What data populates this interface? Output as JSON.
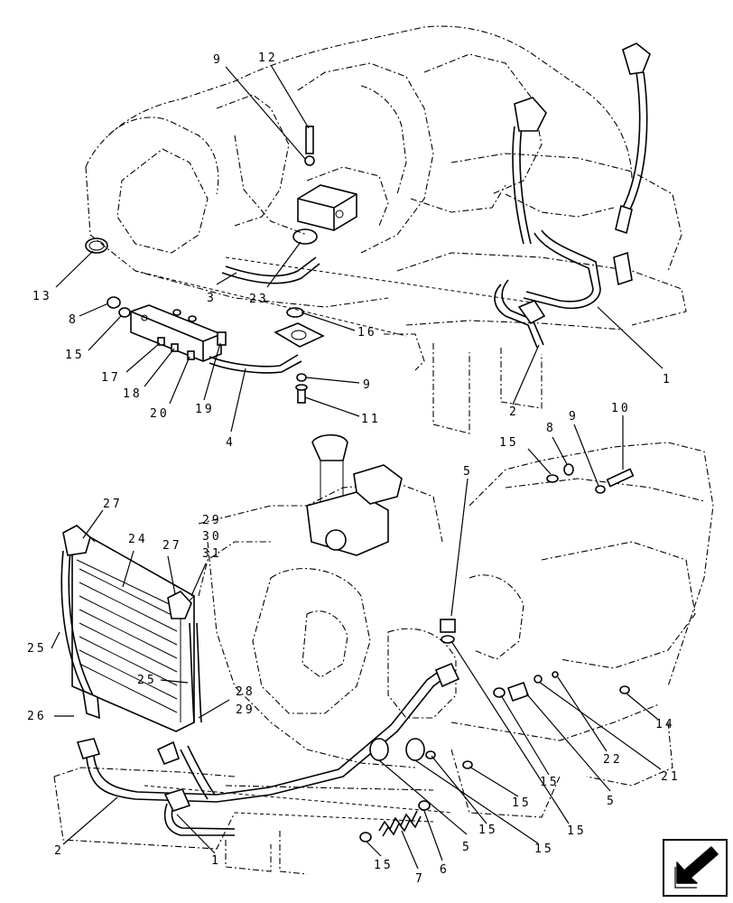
{
  "callouts_top": [
    {
      "id": "c9a",
      "text": "9"
    },
    {
      "id": "c12",
      "text": "12"
    },
    {
      "id": "c13",
      "text": "13"
    },
    {
      "id": "c8a",
      "text": "8"
    },
    {
      "id": "c3",
      "text": "3"
    },
    {
      "id": "c23",
      "text": "23"
    },
    {
      "id": "c15a",
      "text": "15"
    },
    {
      "id": "c16",
      "text": "16"
    },
    {
      "id": "c17",
      "text": "17"
    },
    {
      "id": "c18",
      "text": "18"
    },
    {
      "id": "c20",
      "text": "20"
    },
    {
      "id": "c19",
      "text": "19"
    },
    {
      "id": "c9b",
      "text": "9"
    },
    {
      "id": "c11",
      "text": "11"
    },
    {
      "id": "c4",
      "text": "4"
    },
    {
      "id": "c1a",
      "text": "1"
    },
    {
      "id": "c2a",
      "text": "2"
    }
  ],
  "callouts_bottom": [
    {
      "id": "c10",
      "text": "10"
    },
    {
      "id": "c15b",
      "text": "15"
    },
    {
      "id": "c8b",
      "text": "8"
    },
    {
      "id": "c9c",
      "text": "9"
    },
    {
      "id": "c5a",
      "text": "5"
    },
    {
      "id": "c27a",
      "text": "27"
    },
    {
      "id": "c24",
      "text": "24"
    },
    {
      "id": "c27b",
      "text": "27"
    },
    {
      "id": "c29a",
      "text": "29"
    },
    {
      "id": "c30",
      "text": "30"
    },
    {
      "id": "c31",
      "text": "31"
    },
    {
      "id": "c25a",
      "text": "25"
    },
    {
      "id": "c25b",
      "text": "25"
    },
    {
      "id": "c28",
      "text": "28"
    },
    {
      "id": "c29b",
      "text": "29"
    },
    {
      "id": "c26",
      "text": "26"
    },
    {
      "id": "c14",
      "text": "14"
    },
    {
      "id": "c22",
      "text": "22"
    },
    {
      "id": "c21",
      "text": "21"
    },
    {
      "id": "c15c",
      "text": "15"
    },
    {
      "id": "c5b",
      "text": "5"
    },
    {
      "id": "c15d",
      "text": "15"
    },
    {
      "id": "c15e",
      "text": "15"
    },
    {
      "id": "c15f",
      "text": "15"
    },
    {
      "id": "c5c",
      "text": "5"
    },
    {
      "id": "c15g",
      "text": "15"
    },
    {
      "id": "c6",
      "text": "6"
    },
    {
      "id": "c7",
      "text": "7"
    },
    {
      "id": "c15h",
      "text": "15"
    },
    {
      "id": "c2b",
      "text": "2"
    },
    {
      "id": "c1b",
      "text": "1"
    }
  ],
  "nav_icon": "arrow-down-left-icon"
}
